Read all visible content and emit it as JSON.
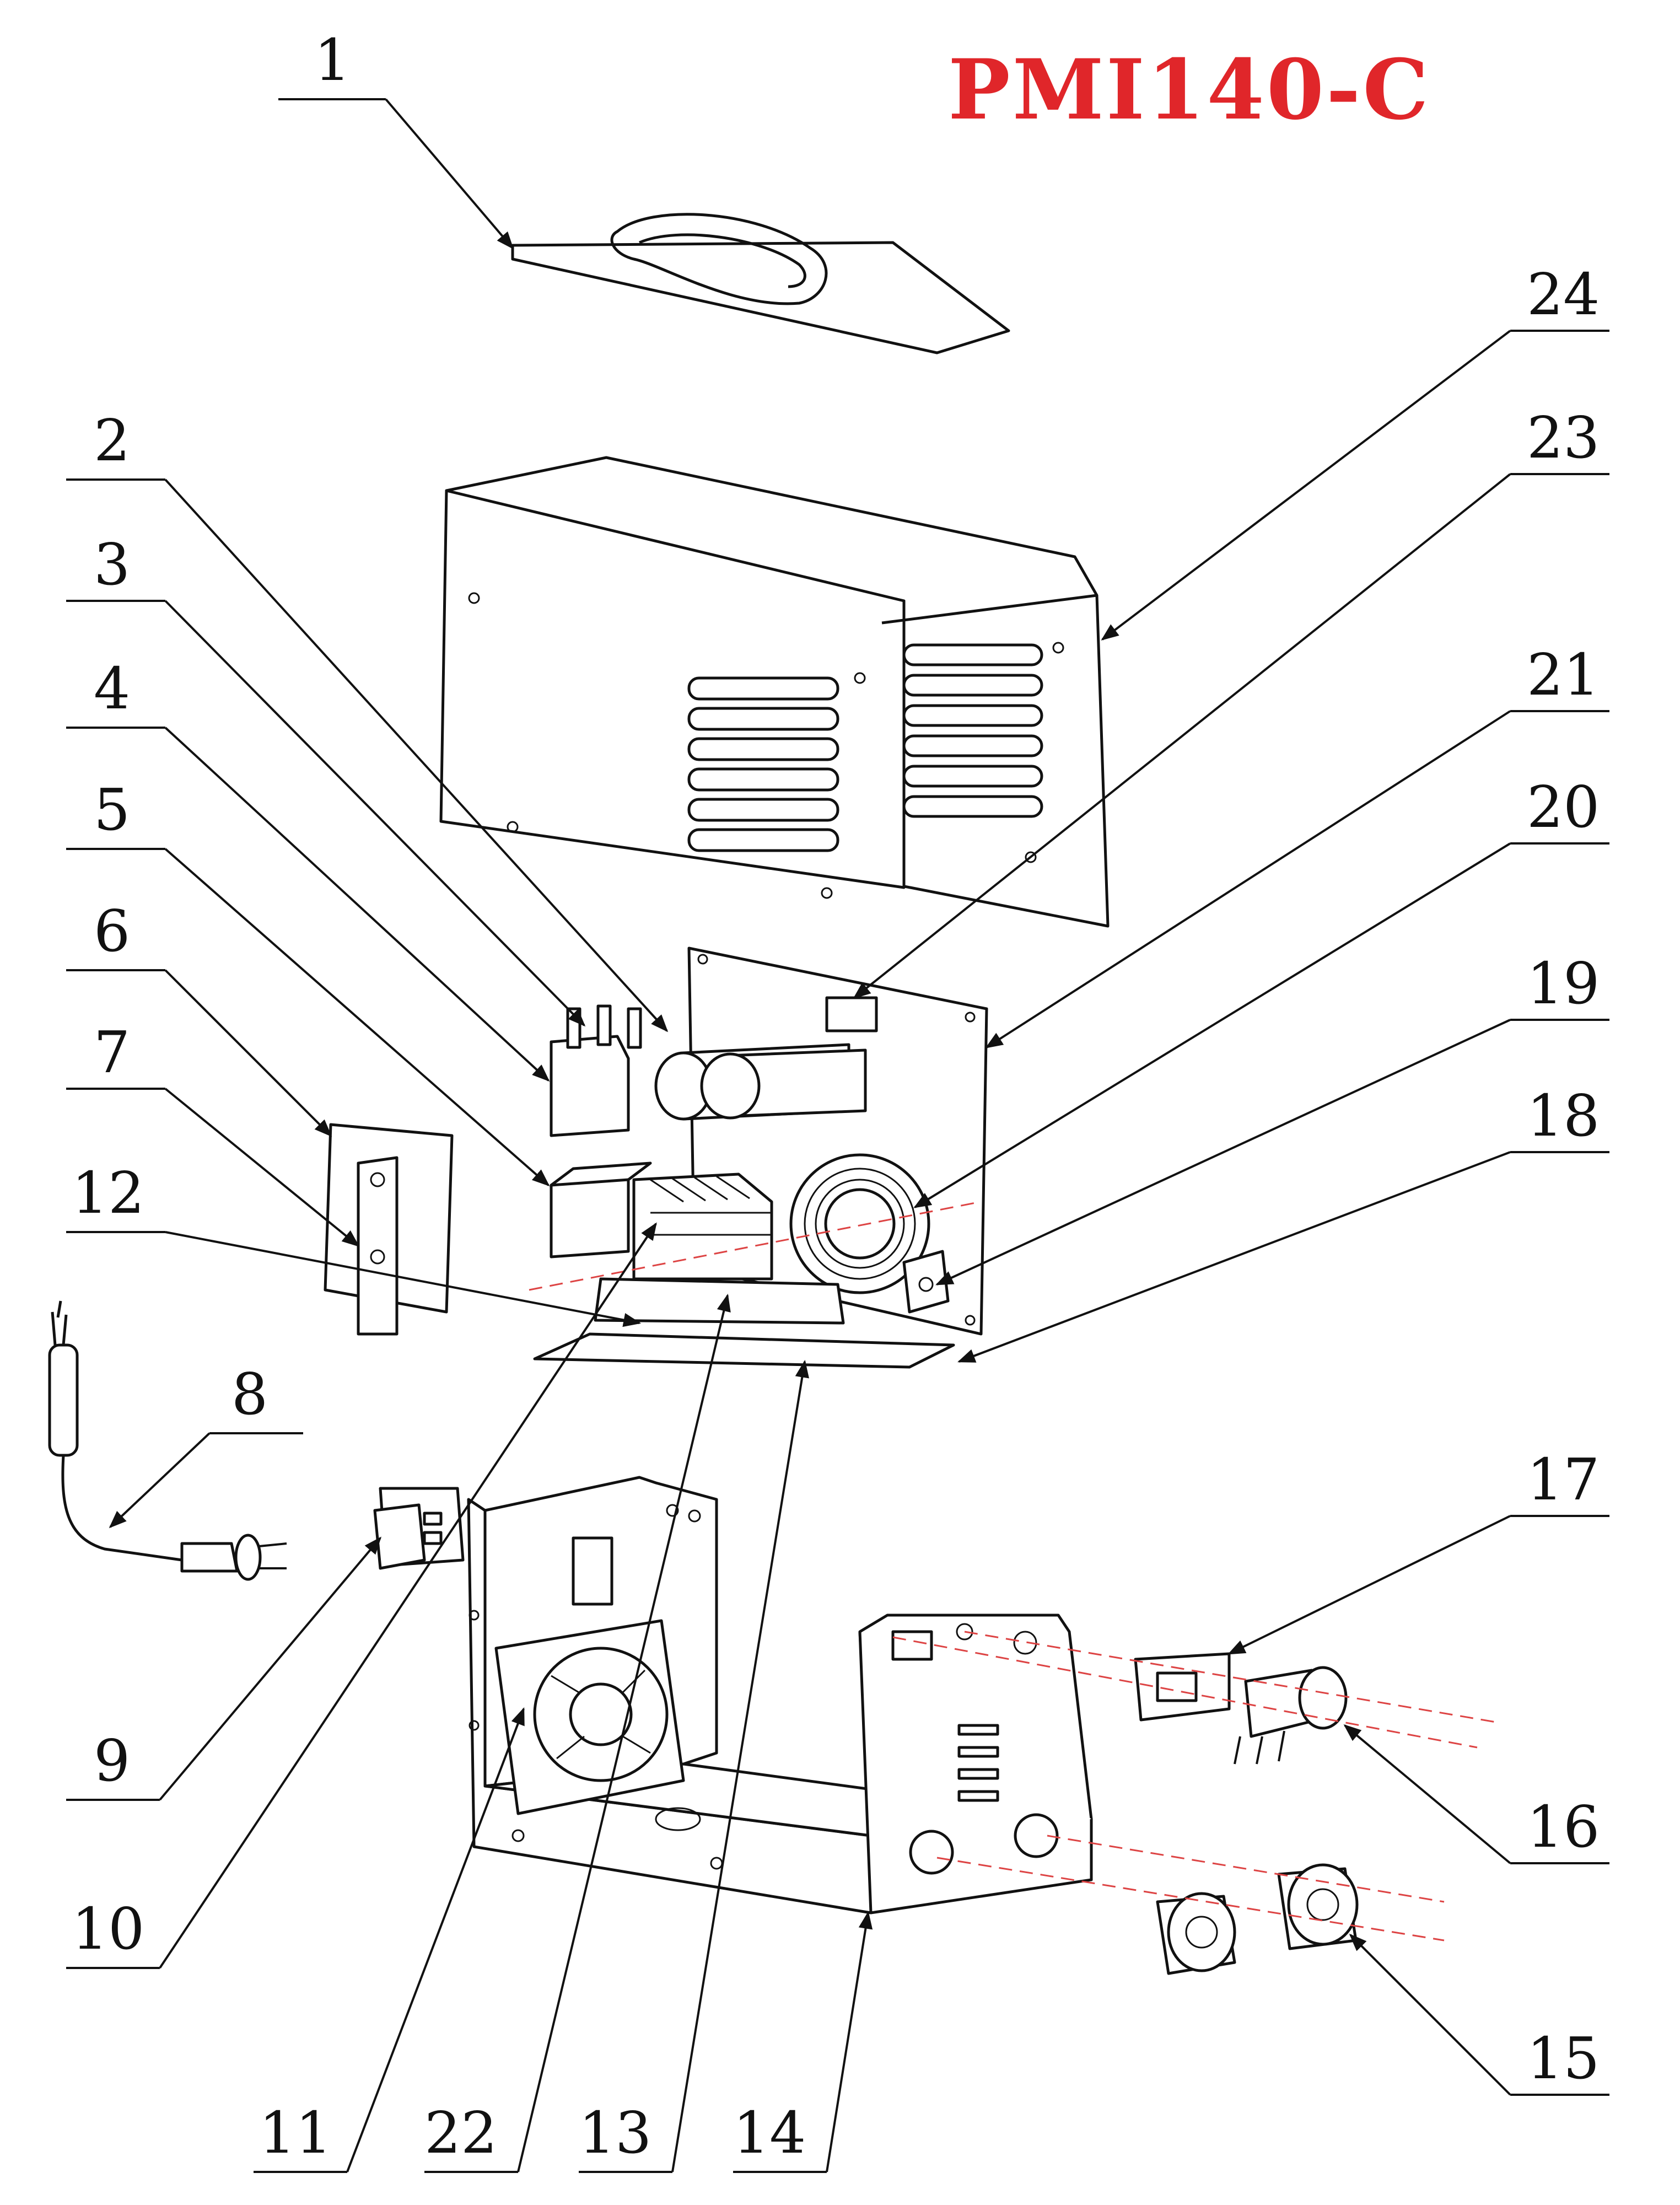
{
  "title": "PMI140-C",
  "colors": {
    "title": "#e0262a",
    "lines": "#111111",
    "axis_dashes": "#d44444"
  },
  "labels": [
    "1",
    "2",
    "3",
    "4",
    "5",
    "6",
    "7",
    "12",
    "8",
    "9",
    "10",
    "11",
    "22",
    "13",
    "14",
    "24",
    "23",
    "21",
    "20",
    "19",
    "18",
    "17",
    "16",
    "15"
  ]
}
